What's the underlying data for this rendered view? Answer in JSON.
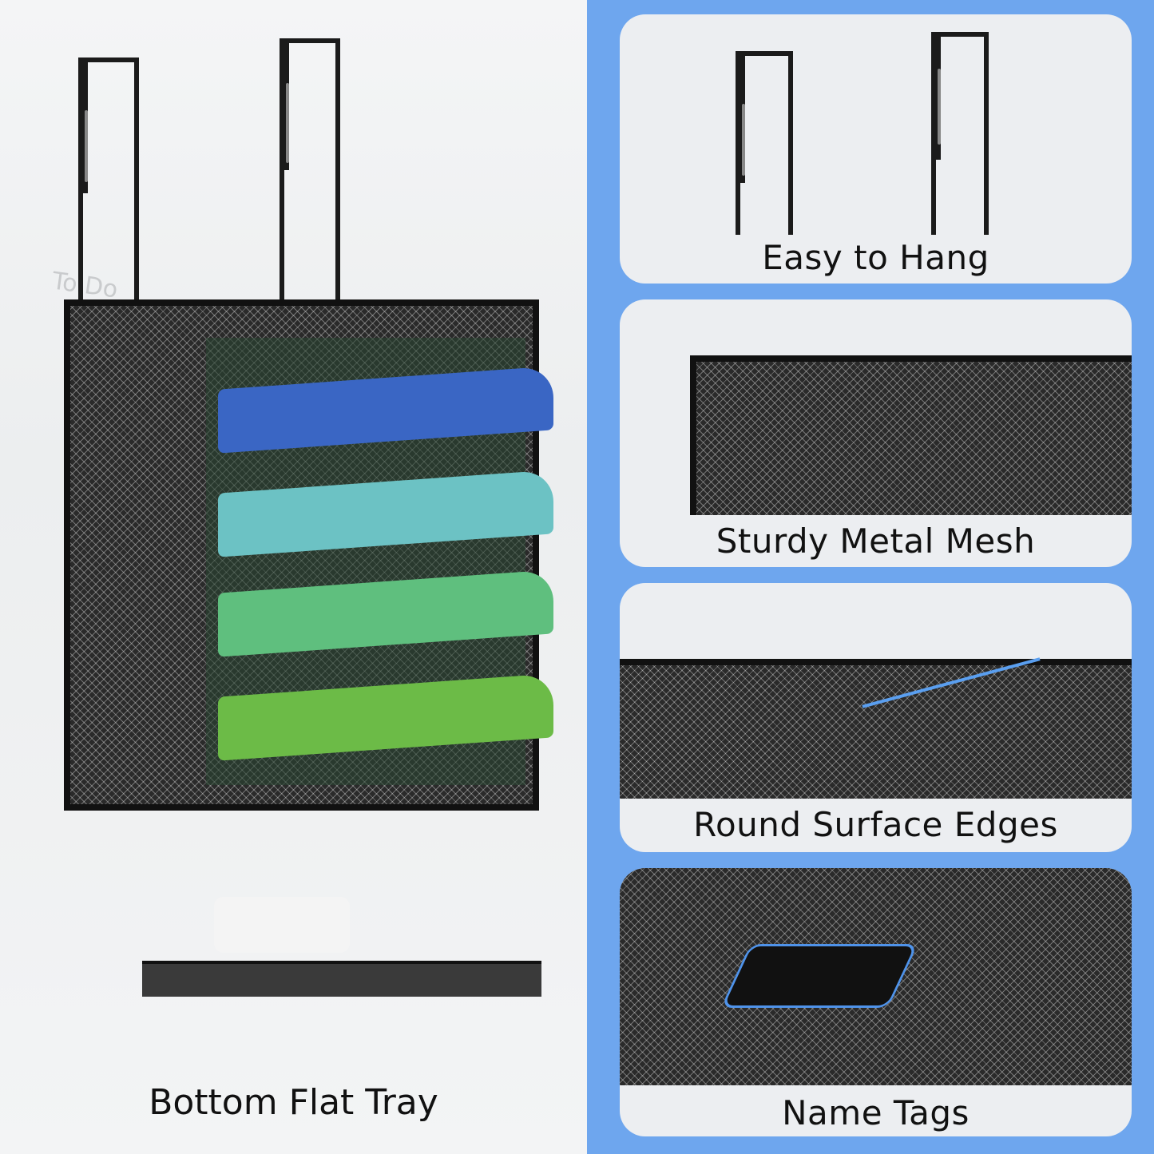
{
  "main_panel": {
    "caption": "Bottom Flat Tray",
    "background_whiteboard_text": "To Do",
    "tray_colors": [
      "#3a66c4",
      "#6cc2c4",
      "#5fbf7e",
      "#6cbb47"
    ]
  },
  "feature_cards": [
    {
      "label": "Easy to Hang",
      "image": "over-door-hooks"
    },
    {
      "label": "Sturdy Metal Mesh",
      "image": "mesh-corner-closeup"
    },
    {
      "label": "Round Surface Edges",
      "image": "rounded-edge-closeup"
    },
    {
      "label": "Name Tags",
      "image": "name-tag-closeup"
    }
  ],
  "colors": {
    "accent_blue": "#6ea6ee",
    "card_bg": "#eceef1",
    "mesh": "#2a2a2a"
  }
}
